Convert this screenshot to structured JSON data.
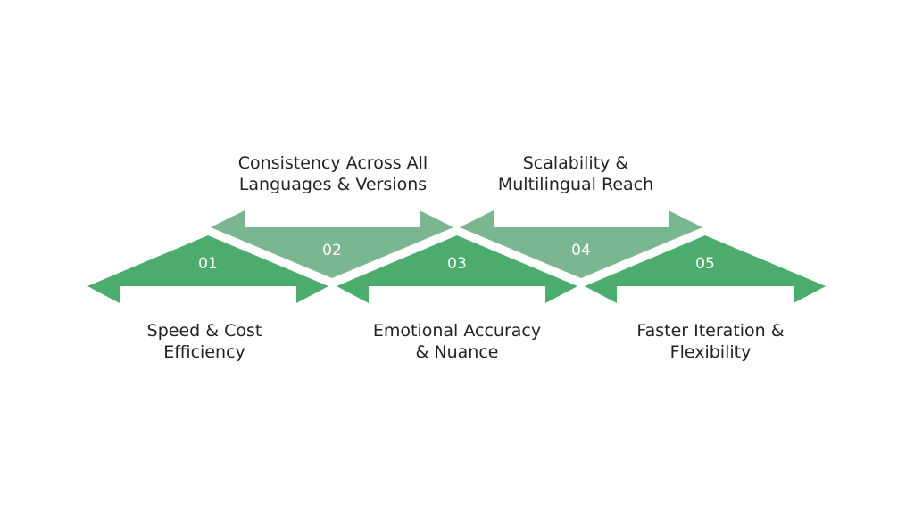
{
  "colors": {
    "dark_green": "#4cac6e",
    "light_green": "#7ab790",
    "background": "#ffffff",
    "text": "#222222"
  },
  "steps": [
    {
      "number": "01",
      "label_line1": "Speed & Cost",
      "label_line2": "Efficiency"
    },
    {
      "number": "02",
      "label_line1": "Consistency Across All",
      "label_line2": "Languages & Versions"
    },
    {
      "number": "03",
      "label_line1": "Emotional Accuracy",
      "label_line2": "& Nuance"
    },
    {
      "number": "04",
      "label_line1": "Scalability &",
      "label_line2": "Multilingual Reach"
    },
    {
      "number": "05",
      "label_line1": "Faster Iteration &",
      "label_line2": "Flexibility"
    }
  ]
}
